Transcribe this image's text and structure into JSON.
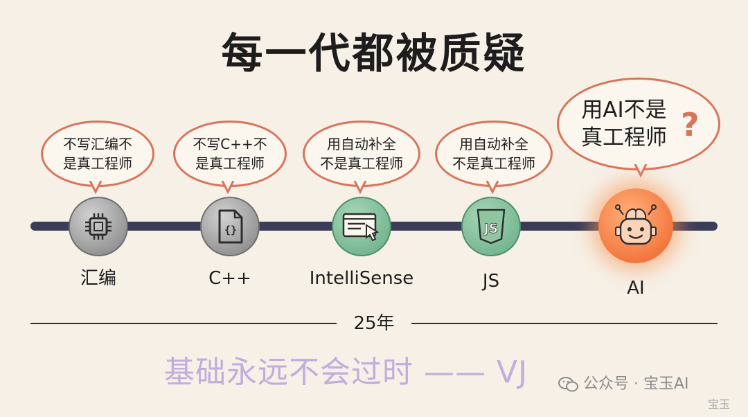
{
  "title": "每一代都被质疑",
  "milestones": [
    {
      "label": "汇编",
      "icon": "chip-icon",
      "quote": "不写汇编不\n是真工程师"
    },
    {
      "label": "C++",
      "icon": "code-file-icon",
      "quote": "不写C++不\n是真工程师"
    },
    {
      "label": "IntelliSense",
      "icon": "autocomplete-window-icon",
      "quote": "用自动补全\n不是真工程师"
    },
    {
      "label": "JS",
      "icon": "js-shield-icon",
      "quote": "用自动补全\n不是真工程师"
    },
    {
      "label": "AI",
      "icon": "robot-brain-icon",
      "quote": "用AI不是\n真工程师",
      "mark": "?"
    }
  ],
  "span_label": "25年",
  "motto": "基础永远不会过时 —— VJ",
  "watermark": {
    "text": "公众号 · 宝玉AI",
    "icon": "wechat-icon",
    "corner": "宝玉"
  },
  "colors": {
    "bubble_border": "#d9745a",
    "timeline": "#3b3d58",
    "motto": "#c2addd",
    "ai_node": "#f2743c"
  }
}
